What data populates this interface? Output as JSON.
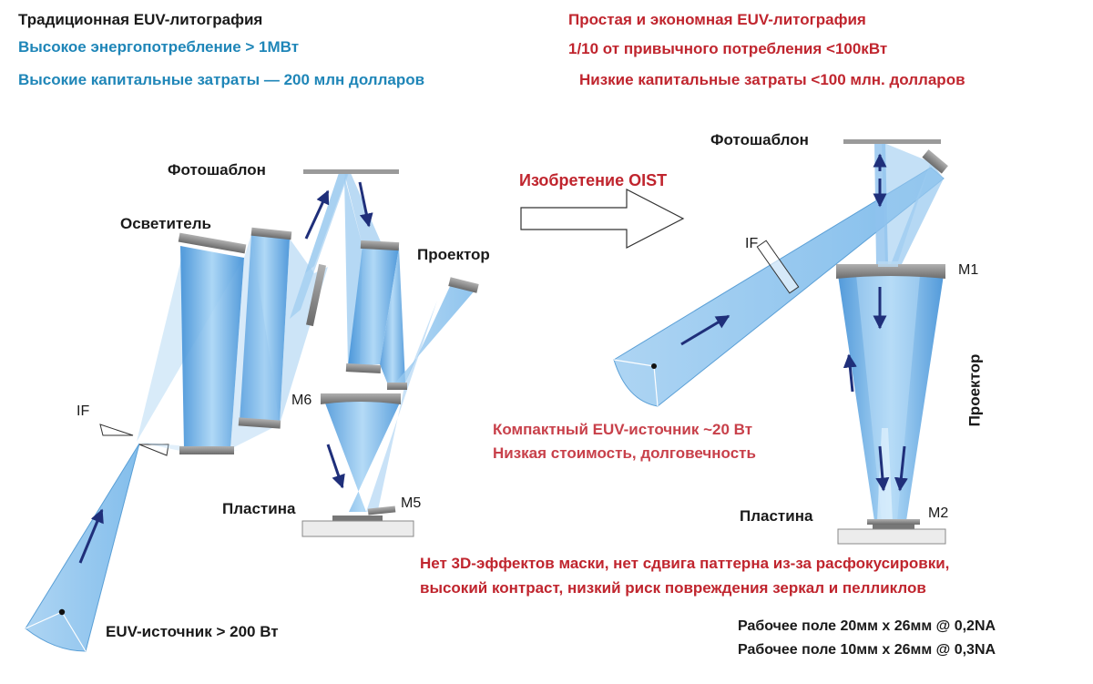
{
  "header": {
    "left_title": "Традиционная EUV-литография",
    "left_line1": "Высокое энергопотребление > 1МВт",
    "left_line2": "Высокие капитальные затраты — 200 млн долларов",
    "right_title": "Простая и экономная EUV-литография",
    "right_line1": "1/10 от привычного потребления <100кВт",
    "right_line2": "Низкие капитальные затраты <100 млн. долларов"
  },
  "left": {
    "photomask": "Фотошаблон",
    "illuminator": "Осветитель",
    "projector": "Проектор",
    "if": "IF",
    "m6": "M6",
    "m5": "M5",
    "wafer": "Пластина",
    "source": "EUV-источник > 200 Вт"
  },
  "middle": {
    "invention": "Изобретение OIST"
  },
  "right": {
    "photomask": "Фотошаблон",
    "if": "IF",
    "m1": "M1",
    "m2": "M2",
    "projector": "Проектор",
    "wafer": "Пластина",
    "source_line1": "Компактный EUV-источник ~20 Вт",
    "source_line2": "Низкая стоимость, долговечность",
    "benefit_line1": "Нет 3D-эффектов маски, нет сдвига паттерна из-за расфокусировки,",
    "benefit_line2": "высокий контраст, низкий риск повреждения зеркал и пелликлов",
    "field_line1": "Рабочее поле 20мм x 26мм @ 0,2NA",
    "field_line2": "Рабочее поле 10мм x 26мм @ 0,3NA"
  },
  "colors": {
    "beam": "#6fb6ea",
    "beam_dark": "#3b86cf",
    "mirror": "#8c8c8c",
    "arrow": "#1f2f7a",
    "accent_red": "#c0252e",
    "accent_blue": "#1f86b8"
  }
}
